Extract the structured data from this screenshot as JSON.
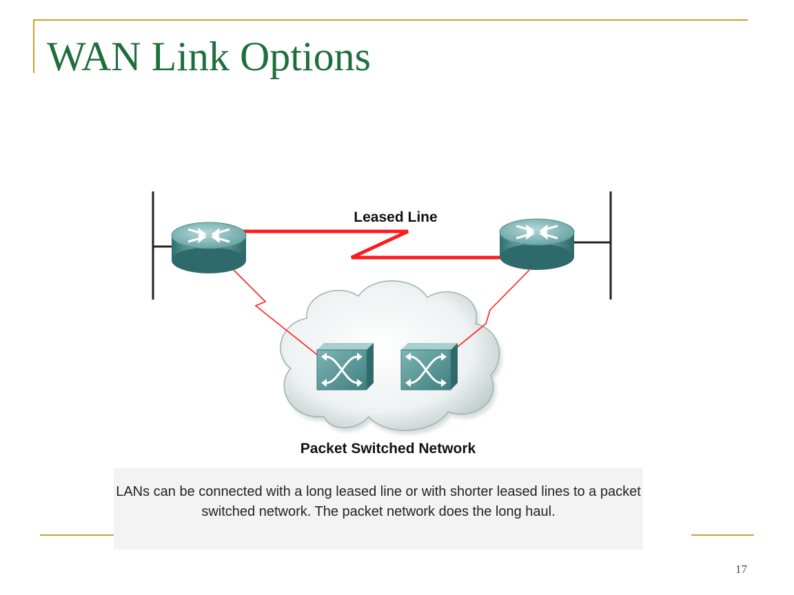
{
  "title": "WAN Link Options",
  "diagram": {
    "leased_line_label": "Leased Line",
    "network_label": "Packet Switched Network"
  },
  "caption": "LANs can be connected with a long leased line or with shorter leased lines to a packet switched network. The packet network does the long  haul.",
  "page_number": "17",
  "colors": {
    "title": "#1f6e3c",
    "accent_rule": "#c9a227",
    "leased_line": "#ff1a1a",
    "device": "#4f8f90"
  }
}
